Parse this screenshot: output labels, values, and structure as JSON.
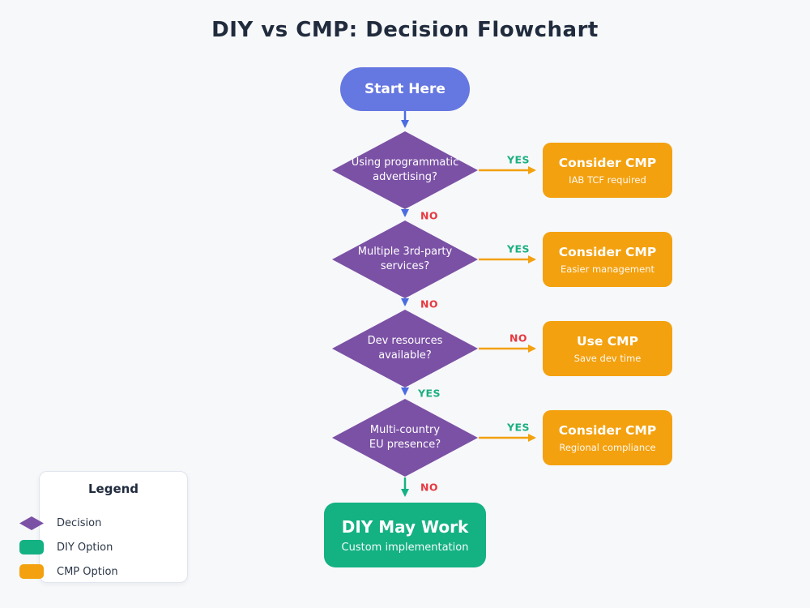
{
  "title": "DIY vs CMP: Decision Flowchart",
  "start": {
    "label": "Start Here"
  },
  "decisions": [
    {
      "line1": "Using programmatic",
      "line2": "advertising?",
      "right_label": "YES",
      "down_label": "NO",
      "result": {
        "title": "Consider CMP",
        "subtitle": "IAB TCF required"
      }
    },
    {
      "line1": "Multiple 3rd-party",
      "line2": "services?",
      "right_label": "YES",
      "down_label": "NO",
      "result": {
        "title": "Consider CMP",
        "subtitle": "Easier management"
      }
    },
    {
      "line1": "Dev resources",
      "line2": "available?",
      "right_label": "NO",
      "down_label": "YES",
      "result": {
        "title": "Use CMP",
        "subtitle": "Save dev time"
      }
    },
    {
      "line1": "Multi-country",
      "line2": "EU presence?",
      "right_label": "YES",
      "down_label": "NO",
      "result": {
        "title": "Consider CMP",
        "subtitle": "Regional compliance"
      }
    }
  ],
  "final": {
    "title": "DIY May Work",
    "subtitle": "Custom implementation"
  },
  "legend": {
    "title": "Legend",
    "items": [
      {
        "label": "Decision"
      },
      {
        "label": "DIY Option"
      },
      {
        "label": "CMP Option"
      }
    ]
  },
  "colors": {
    "background": "#f7f8fa",
    "title_text": "#202b3d",
    "start_node": "#6577e0",
    "decision_node": "#7b51a5",
    "cmp_node": "#f3a10f",
    "diy_node": "#14b183",
    "arrow_blue": "#4a6ce0",
    "arrow_orange": "#f3a10f",
    "arrow_green": "#14b183",
    "yes_label": "#1bb07e",
    "no_label": "#e6383f"
  }
}
